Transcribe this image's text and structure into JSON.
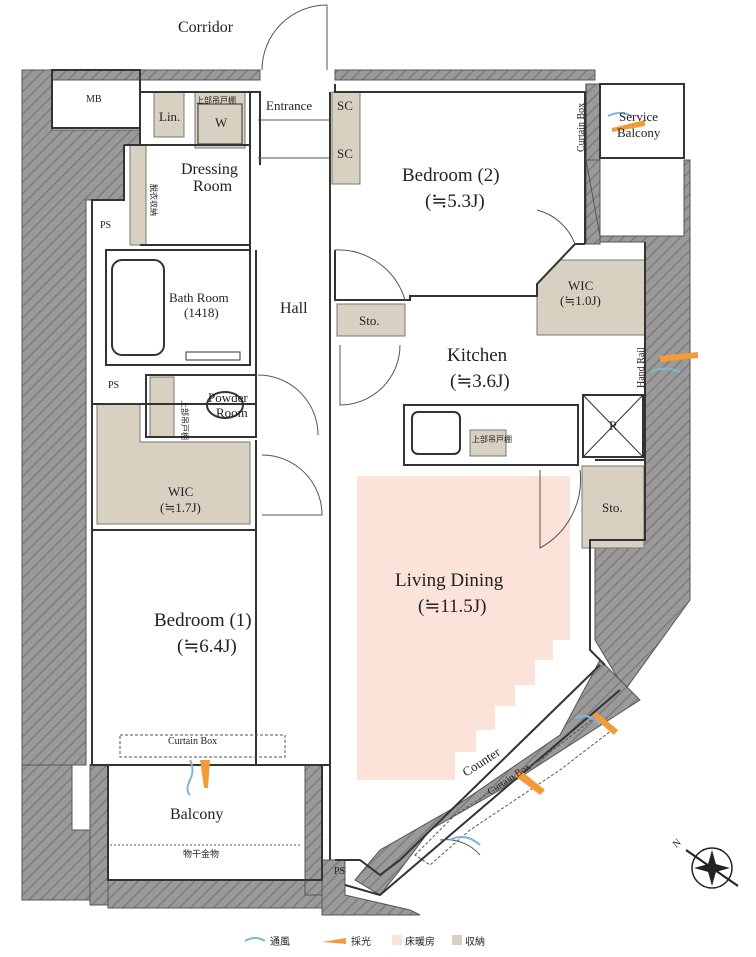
{
  "rooms": {
    "corridor": "Corridor",
    "mb": "MB",
    "linen": "Lin.",
    "upper_cabinet_1": "上部吊戸棚",
    "washer": "W",
    "entrance": "Entrance",
    "sc_1": "SC",
    "sc_2": "SC",
    "dressing_room_l1": "Dressing",
    "dressing_room_l2": "Room",
    "dressing_storage": "脱衣収納",
    "ps_1": "PS",
    "ps_2": "PS",
    "ps_3": "PS",
    "bath_room_l1": "Bath Room",
    "bath_room_l2": "(1418)",
    "hall": "Hall",
    "storage_hall": "Sto.",
    "storage_ld": "Sto.",
    "powder_room_l1": "Powder",
    "powder_room_l2": "Room",
    "powder_cabinet": "上部吊戸棚",
    "bedroom2_name": "Bedroom (2)",
    "bedroom2_size": "(≒5.3J)",
    "wic2_name": "WIC",
    "wic2_size": "(≒1.0J)",
    "curtain_box_top": "Curtain Box",
    "service_balcony_l1": "Service",
    "service_balcony_l2": "Balcony",
    "kitchen_name": "Kitchen",
    "kitchen_size": "(≒3.6J)",
    "hand_rail": "Hand Rail",
    "kitchen_cabinet": "上部吊戸棚",
    "refrigerator": "R",
    "wic1_name": "WIC",
    "wic1_size": "(≒1.7J)",
    "bedroom1_name": "Bedroom (1)",
    "bedroom1_size": "(≒6.4J)",
    "living_name": "Living Dining",
    "living_size": "(≒11.5J)",
    "curtain_box_bedroom": "Curtain Box",
    "balcony": "Balcony",
    "laundry": "物干金物",
    "counter": "Counter",
    "curtain_box_living": "Curtain Box",
    "compass": "N"
  },
  "legend": {
    "ventilation": "通風",
    "lighting": "採光",
    "floor_heating": "床暖房",
    "storage": "収納"
  },
  "colors": {
    "wall": "#8c8c8c",
    "storage": "#d8d1c1",
    "floor_heating": "#fbe3d9",
    "wind": "#7fb6d6",
    "light": "#f39b3a"
  }
}
